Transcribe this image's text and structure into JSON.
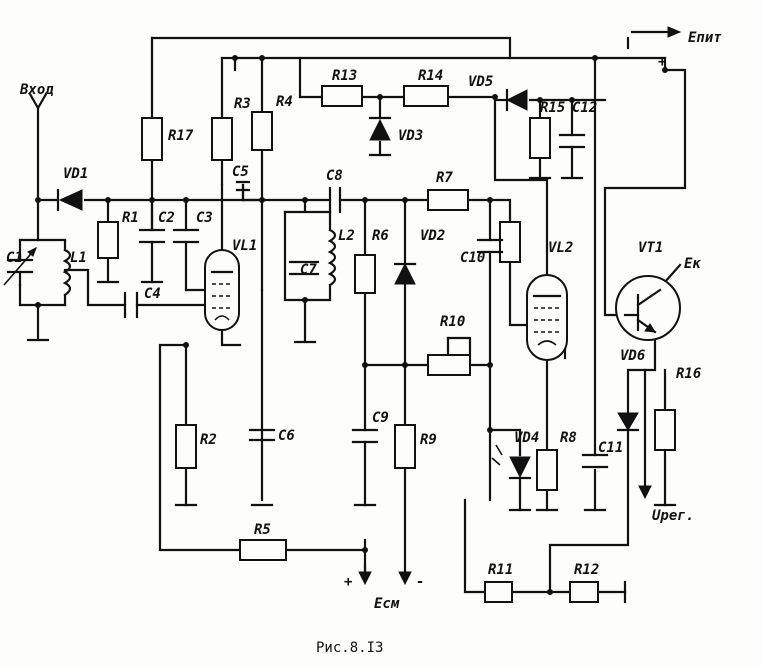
{
  "labels": {
    "input": "Вход",
    "e_pit": "Eпит",
    "e_sm": "Eсм",
    "u_reg": "Uрег.",
    "plus_top": "+",
    "plus_bottom": "+",
    "minus_bottom": "-",
    "ek": "Eк"
  },
  "caption": "Рис.8.I3",
  "components": {
    "VD1": "VD1",
    "VD2": "VD2",
    "VD3": "VD3",
    "VD4": "VD4",
    "VD5": "VD5",
    "VD6": "VD6",
    "R1": "R1",
    "R2": "R2",
    "R3": "R3",
    "R4": "R4",
    "R5": "R5",
    "R6": "R6",
    "R7": "R7",
    "R8": "R8",
    "R9": "R9",
    "R10": "R10",
    "R11": "R11",
    "R12": "R12",
    "R13": "R13",
    "R14": "R14",
    "R15": "R15",
    "R16": "R16",
    "R17": "R17",
    "C1": "C1",
    "C2": "C2",
    "C3": "C3",
    "C4": "C4",
    "C5": "C5",
    "C6": "C6",
    "C7": "C7",
    "C8": "C8",
    "C9": "C9",
    "C10": "C10",
    "C11": "C11",
    "C12": "C12",
    "L1": "L1",
    "L2": "L2",
    "VL1": "VL1",
    "VL2": "VL2",
    "VT1": "VT1"
  }
}
